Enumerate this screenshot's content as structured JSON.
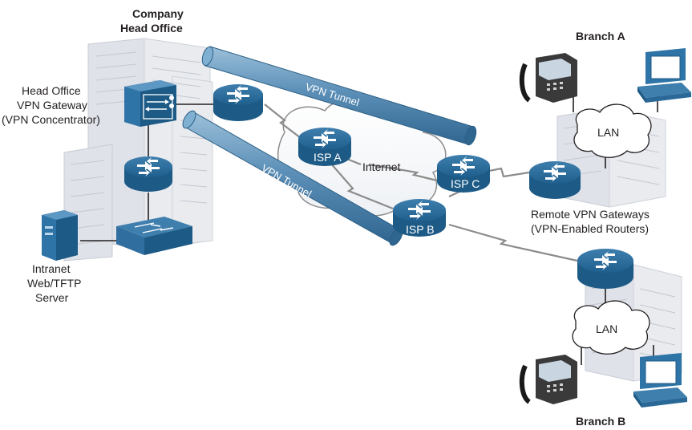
{
  "head_office": {
    "title_line1": "Company",
    "title_line2": "Head Office",
    "gateway_line1": "Head Office",
    "gateway_line2": "VPN Gateway",
    "gateway_line3": "(VPN Concentrator)",
    "server_line1": "Intranet",
    "server_line2": "Web/TFTP",
    "server_line3": "Server"
  },
  "tunnels": {
    "upper": "VPN Tunnel",
    "lower": "VPN Tunnel"
  },
  "internet": {
    "label": "Internet",
    "isp_a": "ISP A",
    "isp_b": "ISP B",
    "isp_c": "ISP C"
  },
  "branch_a": {
    "title": "Branch A",
    "lan": "LAN"
  },
  "branch_b": {
    "title": "Branch B",
    "lan": "LAN"
  },
  "remote": {
    "line1": "Remote VPN Gateways",
    "line2": "(VPN-Enabled Routers)"
  },
  "colors": {
    "router_blue": "#1d5a86",
    "tunnel_blue": "#5b8fb6",
    "building": "#dfe2e8",
    "wan_link": "#8c8c8c"
  }
}
